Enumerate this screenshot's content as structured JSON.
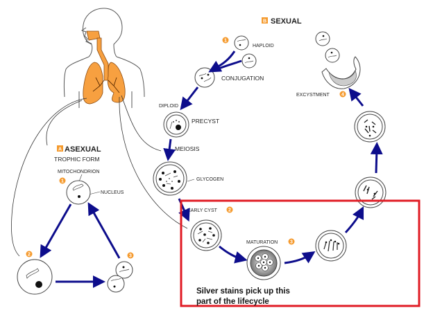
{
  "colors": {
    "accent_orange": "#f59a2d",
    "lung_fill": "#f7a040",
    "arrow_blue": "#0d0d8c",
    "highlight_red": "#e01b24",
    "outline": "#444444"
  },
  "sections": {
    "asexual": {
      "badge": "A",
      "title": "ASEXUAL",
      "subtitle": "TROPHIC FORM",
      "labels": {
        "mitochondrion": "MITOCHONDRION",
        "nucleus": "NUCLEUS"
      },
      "steps": [
        "1",
        "2",
        "3"
      ]
    },
    "sexual": {
      "badge": "B",
      "title": "SEXUAL",
      "steps": {
        "s1": "1",
        "s2": "2",
        "s3": "3",
        "s4": "4"
      },
      "labels": {
        "haploid": "HAPLOID",
        "conjugation": "CONJUGATION",
        "diploid": "DIPLOID",
        "precyst": "PRECYST",
        "meiosis": "MEIOSIS",
        "glycogen": "GLYCOGEN",
        "early_cyst": "EARLY CYST",
        "maturation": "MATURATION",
        "excystment": "EXCYSTMENT"
      }
    }
  },
  "annotation": {
    "line1": "Silver stains pick up this",
    "line2": "part of the lifecycle"
  }
}
